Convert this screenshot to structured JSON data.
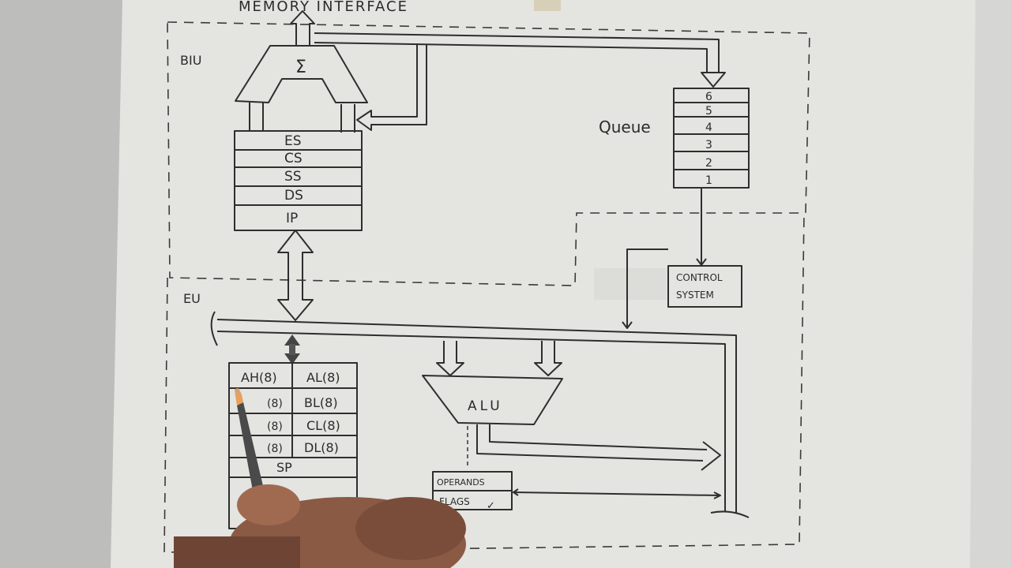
{
  "header": {
    "title": "MEMORY INTERFACE"
  },
  "biu": {
    "label": "BIU",
    "adder": "Σ",
    "segments": [
      "ES",
      "CS",
      "SS",
      "DS",
      "IP"
    ],
    "queue_label": "Queue",
    "queue_slots": [
      "6",
      "5",
      "4",
      "3",
      "2",
      "1"
    ]
  },
  "control": {
    "label_line1": "CONTROL",
    "label_line2": "SYSTEM"
  },
  "eu": {
    "label": "EU",
    "registers": [
      [
        "AH(8)",
        "AL(8)"
      ],
      [
        "(8)",
        "BL(8)"
      ],
      [
        "(8)",
        "CL(8)"
      ],
      [
        "(8)",
        "DL(8)"
      ]
    ],
    "sp": "SP",
    "alu": "ALU",
    "operands": "OPERANDS",
    "flags": "FLAGS",
    "flags_mark": "✓"
  },
  "colors": {
    "paper": "#e6e6e3",
    "ink": "#2e2e2e",
    "background": "#b9b9b7",
    "pencil": "#e8a15a",
    "skin": "#8a5a44"
  }
}
